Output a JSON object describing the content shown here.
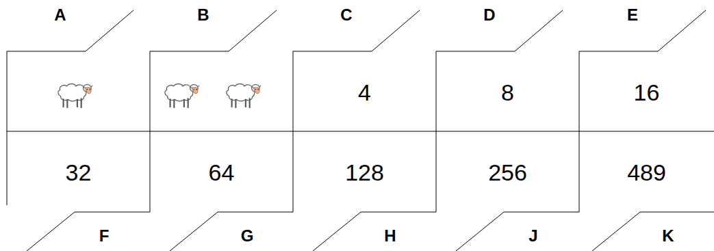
{
  "diagram": {
    "nodes": [
      {
        "text": [
          "A"
        ]
      },
      {
        "text": [
          "B"
        ]
      },
      {
        "text": [
          "C",
          "4"
        ]
      },
      {
        "text": [
          "D",
          "8"
        ]
      },
      {
        "text": [
          "E",
          "16"
        ]
      },
      {
        "text": [
          "F",
          "32"
        ]
      },
      {
        "text": [
          "G",
          "64"
        ]
      },
      {
        "text": [
          "H",
          "128"
        ]
      },
      {
        "text": [
          "J",
          "256"
        ]
      },
      {
        "text": [
          "K",
          "489"
        ]
      }
    ]
  }
}
